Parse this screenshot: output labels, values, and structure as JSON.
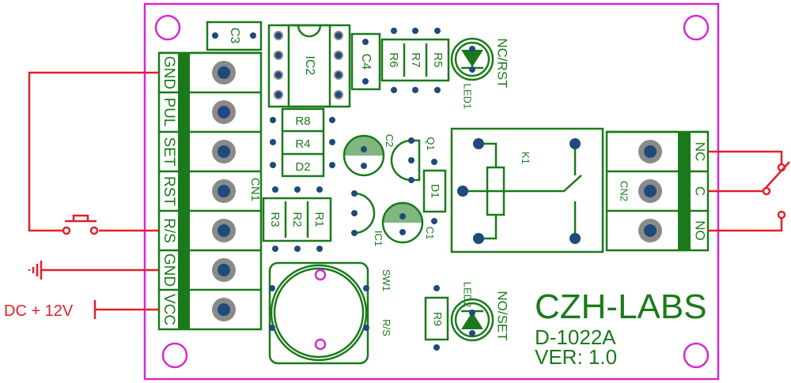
{
  "board": {
    "brand": "CZH-LABS",
    "model": "D-1022A",
    "version": "VER: 1.0"
  },
  "cn1": {
    "name": "CN1",
    "pins": [
      "GND",
      "PUL",
      "SET",
      "RST",
      "R/S",
      "GND",
      "VCC"
    ]
  },
  "cn2": {
    "name": "CN2",
    "pins": [
      "NC",
      "C",
      "NO"
    ]
  },
  "components": {
    "c3": "C3",
    "ic2": "IC2",
    "c4": "C4",
    "r6": "R6",
    "r7": "R7",
    "r5": "R5",
    "led1": "LED1",
    "led1_label": "NC/RST",
    "r8": "R8",
    "r4": "R4",
    "d2": "D2",
    "c2": "C2",
    "q1": "Q1",
    "d1": "D1",
    "r3": "R3",
    "r2": "R2",
    "r1": "R1",
    "ic1": "IC1",
    "c1": "C1",
    "k1": "K1",
    "sw1": "SW1",
    "sw1_label": "R/S",
    "led2": "LED2",
    "led2_label": "NO/SET",
    "r9": "R9"
  },
  "external": {
    "power_label": "DC + 12V"
  },
  "colors": {
    "silkscreen": "#1a7a1a",
    "wire": "#e0202a",
    "outline": "#d22ad2",
    "pad": "#1f4a7a"
  }
}
